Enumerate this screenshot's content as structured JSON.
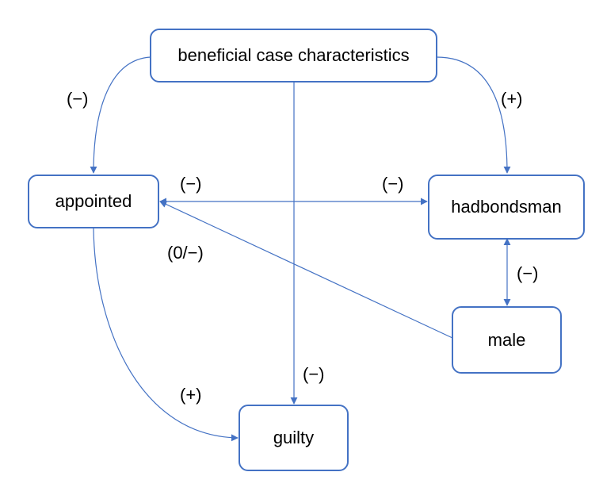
{
  "nodes": {
    "beneficial": "beneficial case characteristics",
    "appointed": "appointed",
    "hadbondsman": "hadbondsman",
    "male": "male",
    "guilty": "guilty"
  },
  "edge_labels": {
    "beneficial_to_appointed": "(−)",
    "beneficial_to_hadbondsman": "(+)",
    "beneficial_to_guilty": "(−)",
    "appointed_side": "(−)",
    "hadbondsman_side": "(−)",
    "male_to_appointed": "(0/−)",
    "male_hadbondsman": "(−)",
    "appointed_to_guilty": "(+)"
  },
  "colors": {
    "box_border": "#4472C4",
    "edge": "#4472C4"
  }
}
